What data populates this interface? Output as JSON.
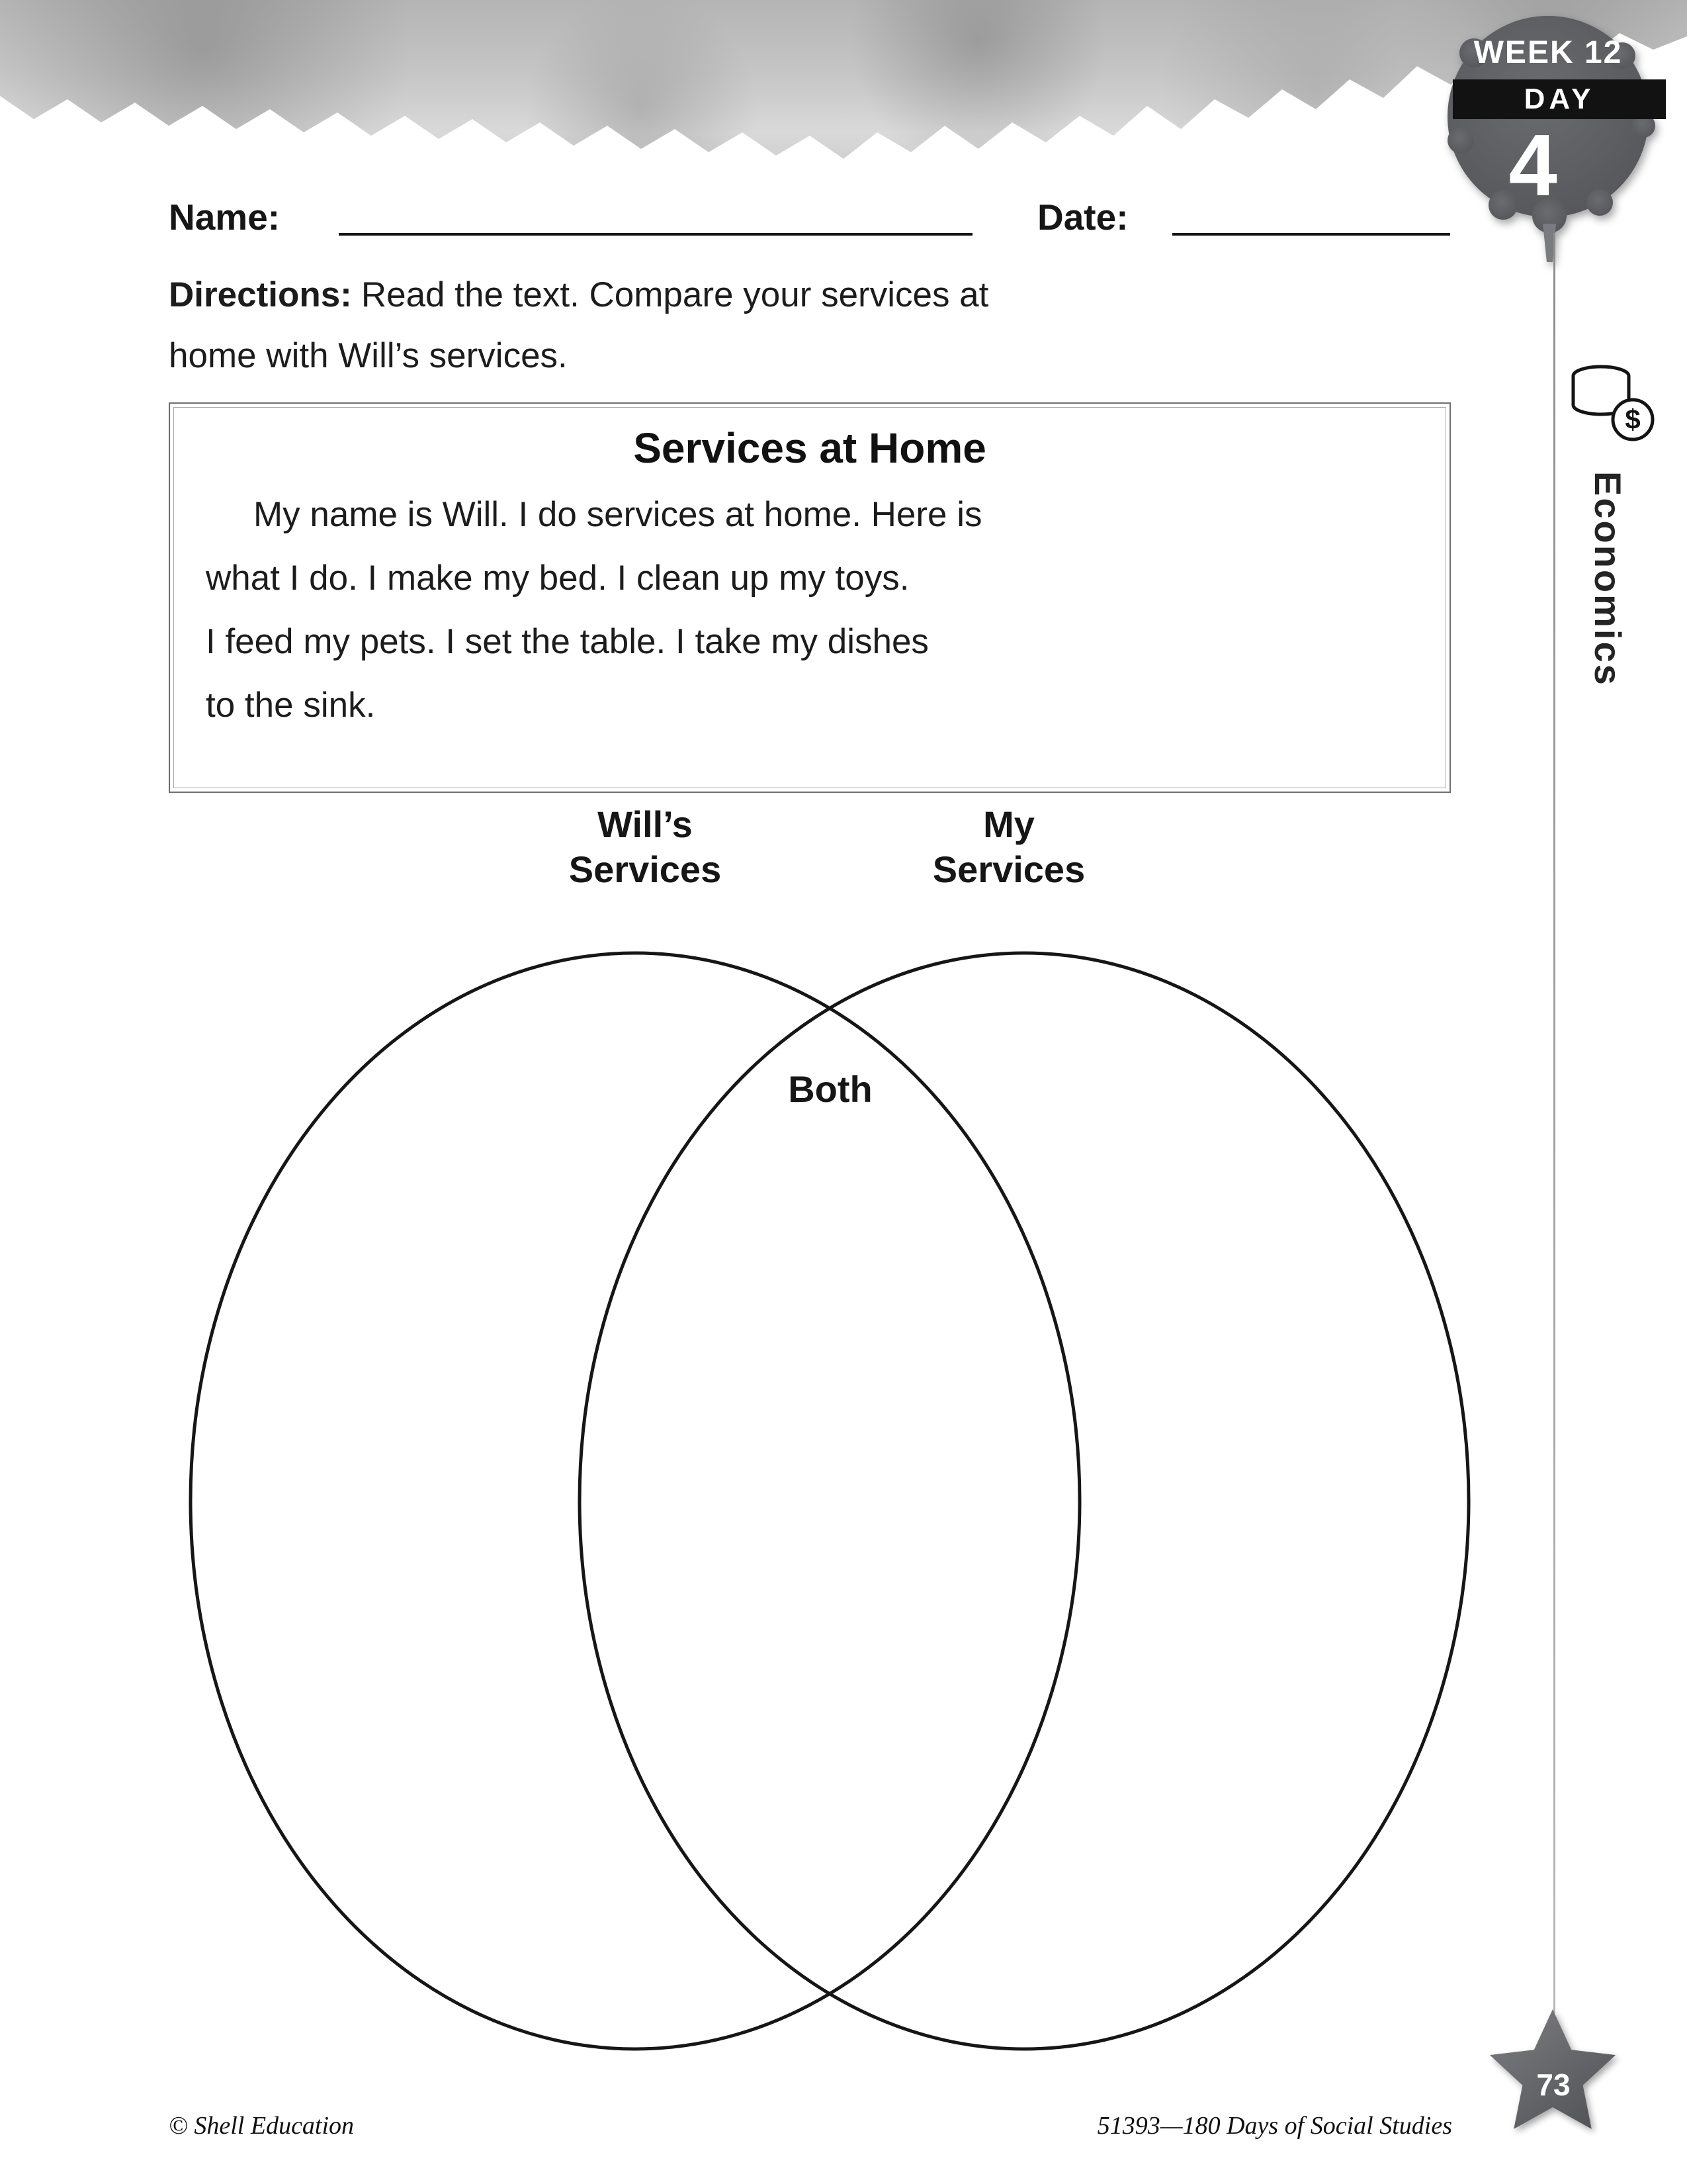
{
  "badge": {
    "week": "WEEK 12",
    "day_label": "DAY",
    "day_number": "4"
  },
  "name_date": {
    "name_label": "Name:",
    "date_label": "Date:"
  },
  "directions": {
    "label": "Directions:",
    "line1": "Read the text.  Compare your services at",
    "line2": "home with Will’s services."
  },
  "reading_box": {
    "title": "Services at Home",
    "lines": [
      "My name is Will.  I do services at home.  Here is",
      "what I do.  I make my bed.  I clean up my toys.",
      "I feed my pets.  I set the table.  I take my dishes",
      "to the sink."
    ]
  },
  "venn": {
    "left_label_line1": "Will’s",
    "left_label_line2": "Services",
    "right_label_line1": "My",
    "right_label_line2": "Services",
    "center_label": "Both"
  },
  "sidebar": {
    "subject": "Economics",
    "coin_symbol": "$"
  },
  "footer": {
    "left": "© Shell Education",
    "right": "51393—180 Days of Social Studies",
    "page_number": "73"
  },
  "colors": {
    "seal_gray": "#58595b",
    "bar_black": "#121212",
    "text_black": "#1a1a1a",
    "line_gray": "#9b9b9b"
  }
}
